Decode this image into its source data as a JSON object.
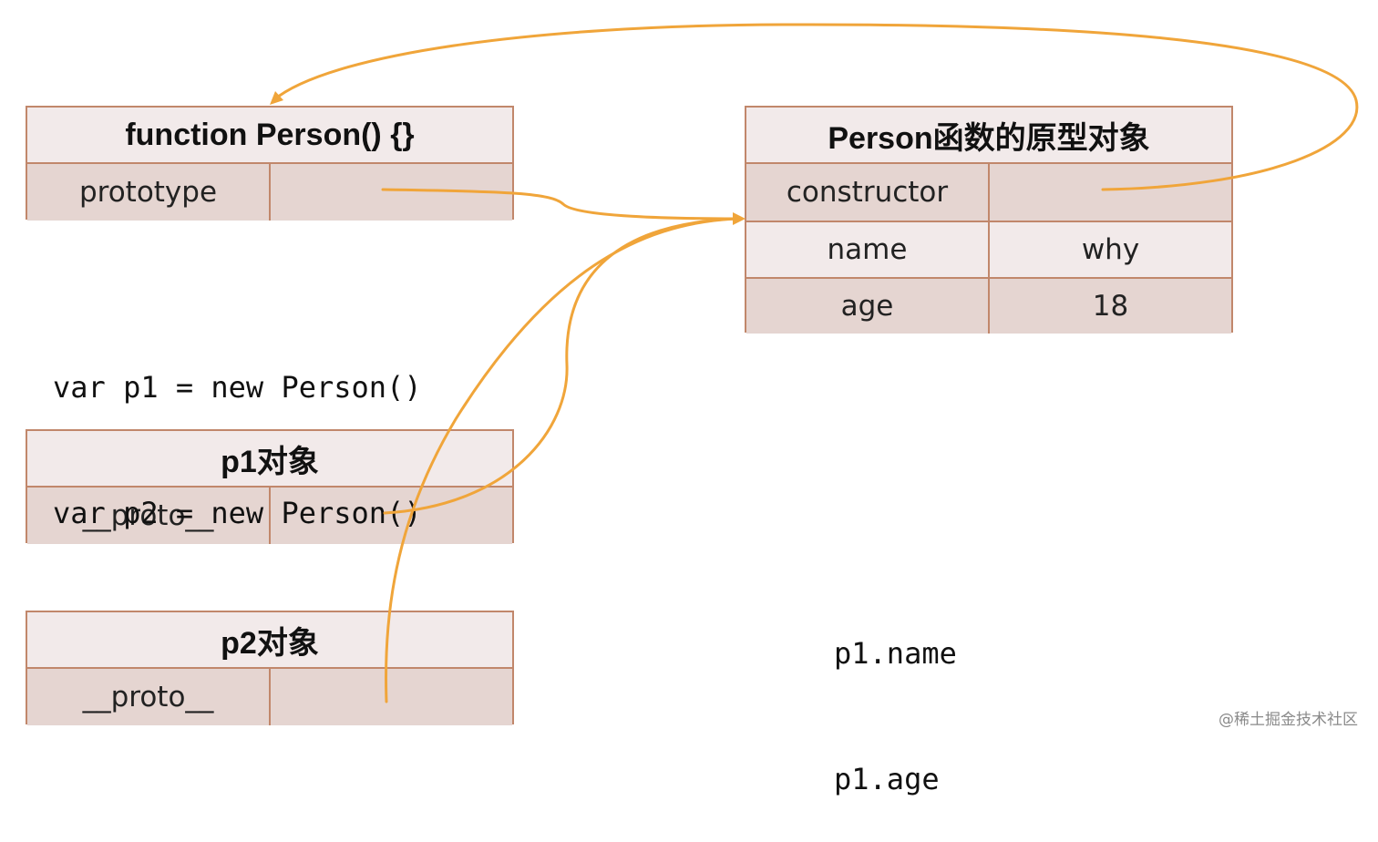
{
  "person_function": {
    "title": "function Person() {}",
    "rows": [
      {
        "key": "prototype",
        "value": ""
      }
    ]
  },
  "prototype_object": {
    "title": "Person函数的原型对象",
    "rows": [
      {
        "key": "constructor",
        "value": ""
      },
      {
        "key": "name",
        "value": "why"
      },
      {
        "key": "age",
        "value": "18"
      }
    ]
  },
  "p1_object": {
    "title": "p1对象",
    "rows": [
      {
        "key": "__proto__",
        "value": ""
      }
    ]
  },
  "p2_object": {
    "title": "p2对象",
    "rows": [
      {
        "key": "__proto__",
        "value": ""
      }
    ]
  },
  "code_left": {
    "line1": "var p1 = new Person()",
    "line2": "var p2 = new Person()"
  },
  "code_right": {
    "line1": "p1.name",
    "line2": "p1.age"
  },
  "watermark": "@稀土掘金技术社区",
  "colors": {
    "arrow": "#f0a53a",
    "border": "#c1876b",
    "title_fill": "#f2eaea",
    "row_fill": "#e5d5d1"
  }
}
